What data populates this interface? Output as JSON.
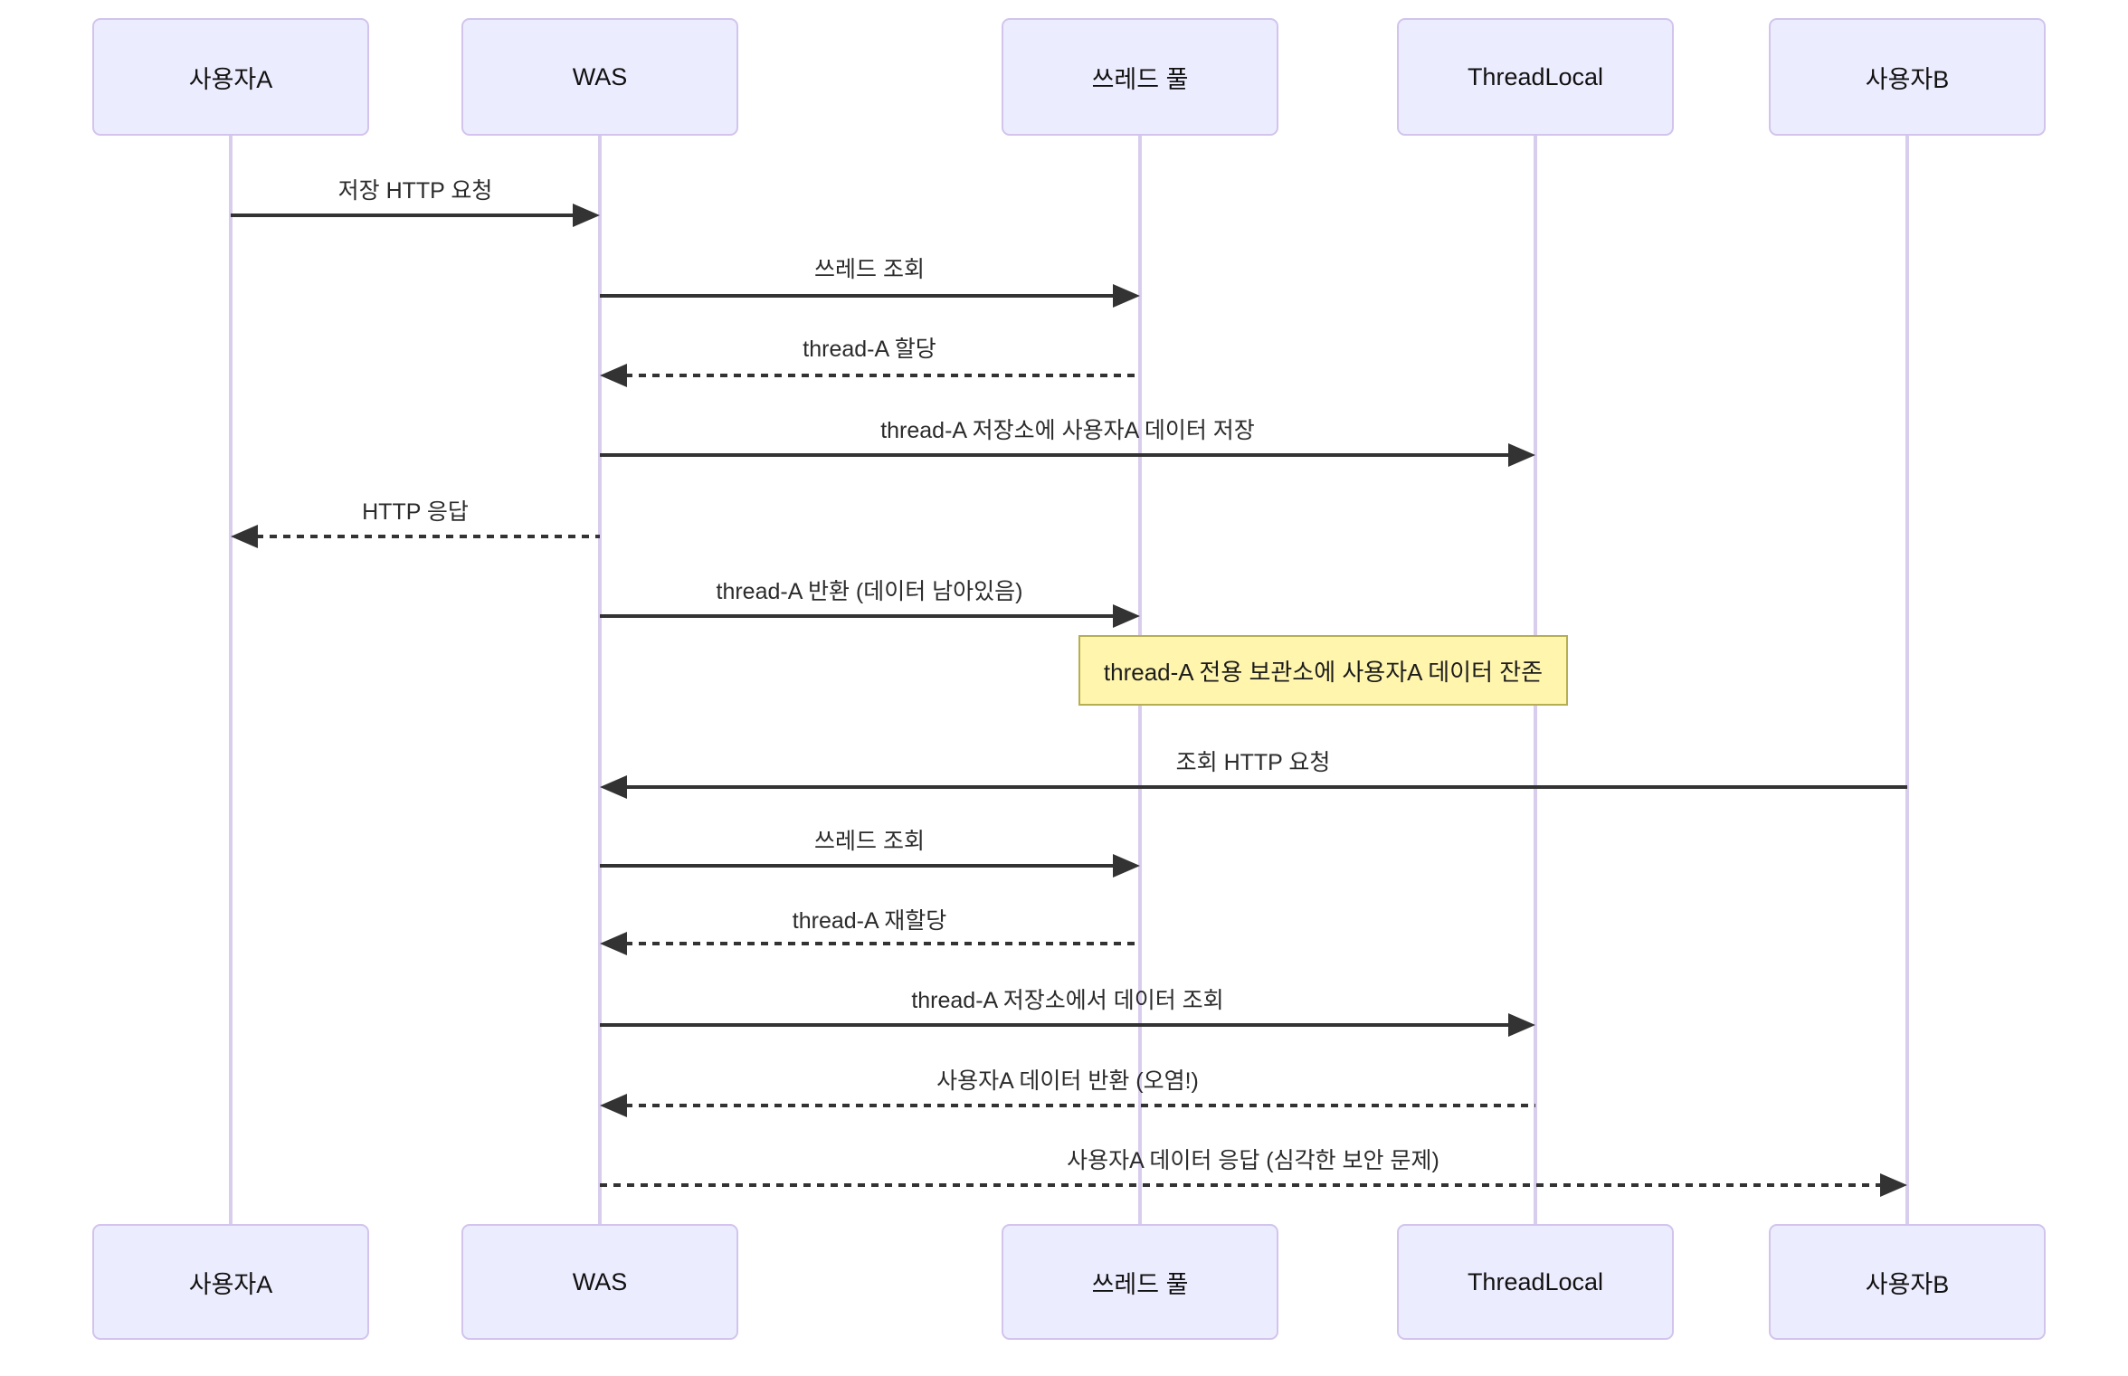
{
  "diagram": {
    "type": "sequence-diagram",
    "topic": "ThreadLocal data contamination in a thread pool (WAS)"
  },
  "colors": {
    "actor_fill": "#ECECFF",
    "actor_border": "#D2C4EC",
    "lifeline": "#D9CDEE",
    "arrow": "#333333",
    "note_fill": "#FFF5AD",
    "note_border": "#B5AE53",
    "background": "#FFFFFF"
  },
  "actors": [
    {
      "label": "사용자A"
    },
    {
      "label": "WAS"
    },
    {
      "label": "쓰레드 풀"
    },
    {
      "label": "ThreadLocal"
    },
    {
      "label": "사용자B"
    }
  ],
  "messages": [
    {
      "label": "저장 HTTP 요청",
      "from": "사용자A",
      "to": "WAS",
      "line_style": "solid"
    },
    {
      "label": "쓰레드 조회",
      "from": "WAS",
      "to": "쓰레드 풀",
      "line_style": "solid"
    },
    {
      "label": "thread-A 할당",
      "from": "쓰레드 풀",
      "to": "WAS",
      "line_style": "dashed"
    },
    {
      "label": "thread-A 저장소에 사용자A 데이터 저장",
      "from": "WAS",
      "to": "ThreadLocal",
      "line_style": "solid"
    },
    {
      "label": "HTTP 응답",
      "from": "WAS",
      "to": "사용자A",
      "line_style": "dashed"
    },
    {
      "label": "thread-A 반환 (데이터 남아있음)",
      "from": "WAS",
      "to": "쓰레드 풀",
      "line_style": "solid"
    },
    {
      "label": "조회 HTTP 요청",
      "from": "사용자B",
      "to": "WAS",
      "line_style": "solid"
    },
    {
      "label": "쓰레드 조회",
      "from": "WAS",
      "to": "쓰레드 풀",
      "line_style": "solid"
    },
    {
      "label": "thread-A 재할당",
      "from": "쓰레드 풀",
      "to": "WAS",
      "line_style": "dashed"
    },
    {
      "label": "thread-A 저장소에서 데이터 조회",
      "from": "WAS",
      "to": "ThreadLocal",
      "line_style": "solid"
    },
    {
      "label": "사용자A 데이터 반환 (오염!)",
      "from": "ThreadLocal",
      "to": "WAS",
      "line_style": "dashed"
    },
    {
      "label": "사용자A 데이터 응답 (심각한 보안 문제)",
      "from": "WAS",
      "to": "사용자B",
      "line_style": "dashed"
    }
  ],
  "note": {
    "label": "thread-A 전용 보관소에 사용자A 데이터 잔존",
    "over": "쓰레드 풀 / ThreadLocal"
  }
}
